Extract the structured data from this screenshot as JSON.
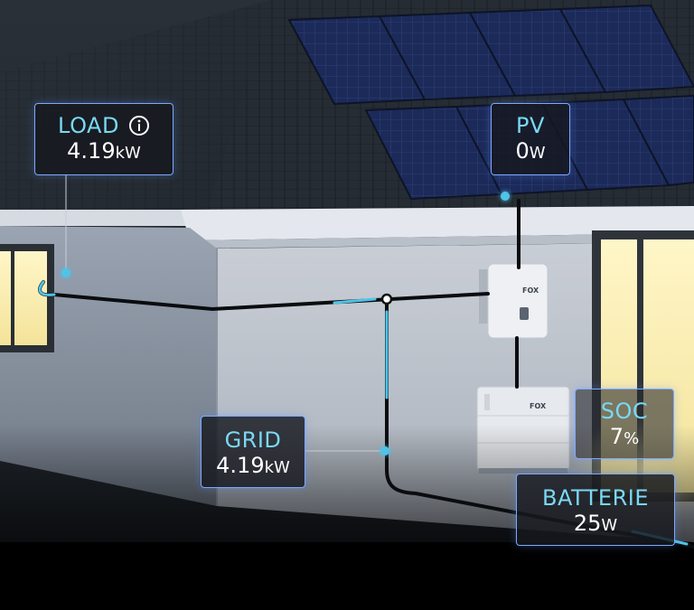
{
  "load": {
    "label": "LOAD",
    "value": "4.19",
    "unit": "kW",
    "info_icon": "info-icon"
  },
  "pv": {
    "label": "PV",
    "value": "0",
    "unit": "W"
  },
  "grid": {
    "label": "GRID",
    "value": "4.19",
    "unit": "kW"
  },
  "soc": {
    "label": "SOC",
    "value": "7",
    "unit": "%"
  },
  "battery": {
    "label": "BATTERIE",
    "value": "25",
    "unit": "W"
  },
  "inverter": {
    "brand": "FOX"
  },
  "battery_unit": {
    "brand": "FOX"
  },
  "colors": {
    "accent": "#7ad8f5",
    "flow": "#4fc3e8",
    "border": "#7fa8ff"
  }
}
